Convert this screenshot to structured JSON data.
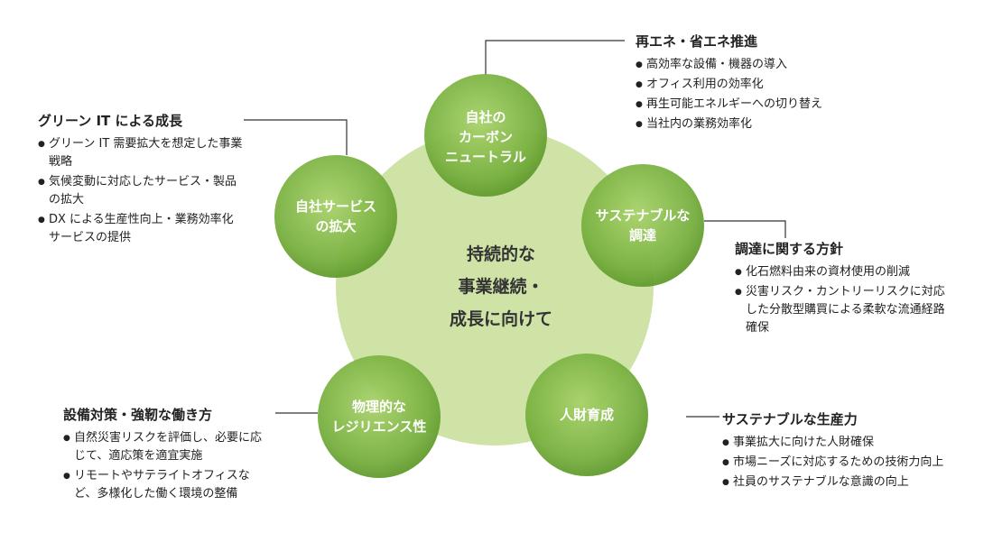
{
  "center": {
    "label": "持続的な\n事業継続・\n成長に向けて"
  },
  "circles": [
    {
      "label": "自社の\nカーボン\nニュートラル"
    },
    {
      "label": "サステナブルな\n調達"
    },
    {
      "label": "人財育成"
    },
    {
      "label": "物理的な\nレジリエンス性"
    },
    {
      "label": "自社サービス\nの拡大"
    }
  ],
  "blocks": {
    "carbon": {
      "title": "再エネ・省エネ推進",
      "items": [
        "高効率な設備・機器の導入",
        "オフィス利用の効率化",
        "再生可能エネルギーへの切り替え",
        "当社内の業務効率化"
      ]
    },
    "procurement": {
      "title": "調達に関する方針",
      "items": [
        "化石燃料由来の資材使用の削減",
        "災害リスク・カントリーリスクに対応した分散型購買による柔軟な流通経路確保"
      ]
    },
    "talent": {
      "title": "サステナブルな生産力",
      "items": [
        "事業拡大に向けた人財確保",
        "市場ニーズに対応するための技術力向上",
        "社員のサステナブルな意識の向上"
      ]
    },
    "resilience": {
      "title": "設備対策・強靭な働き方",
      "items": [
        "自然災害リスクを評価し、必要に応じて、適応策を適宜実施",
        "リモートやサテライトオフィスなど、多様化した働く環境の整備"
      ]
    },
    "service": {
      "title": "グリーン IT による成長",
      "items": [
        "グリーン IT 需要拡大を想定した事業戦略",
        "気候変動に対応したサービス・製品の拡大",
        "DX による生産性向上・業務効率化サービスの提供"
      ]
    }
  },
  "colors": {
    "center": "#cfe3a6",
    "circle_light": "#9ccc5a",
    "circle_dark": "#5e9b2a",
    "line": "#333333"
  }
}
